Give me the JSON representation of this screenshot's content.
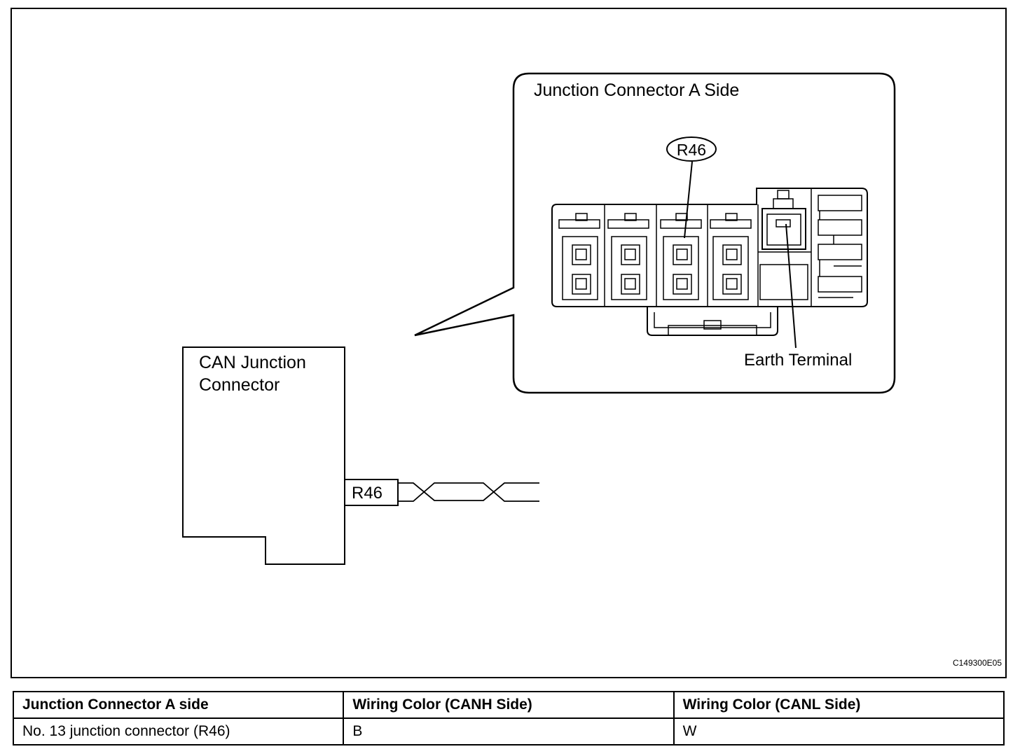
{
  "diagram": {
    "callout_title": "Junction Connector A Side",
    "connector_tag": "R46",
    "earth_label": "Earth Terminal",
    "can_box_line1": "CAN Junction",
    "can_box_line2": "Connector",
    "plug_label": "R46",
    "figure_code": "C149300E05"
  },
  "table": {
    "headers": [
      "Junction Connector A side",
      "Wiring Color (CANH Side)",
      "Wiring Color (CANL Side)"
    ],
    "rows": [
      [
        "No. 13 junction connector (R46)",
        "B",
        "W"
      ]
    ]
  }
}
